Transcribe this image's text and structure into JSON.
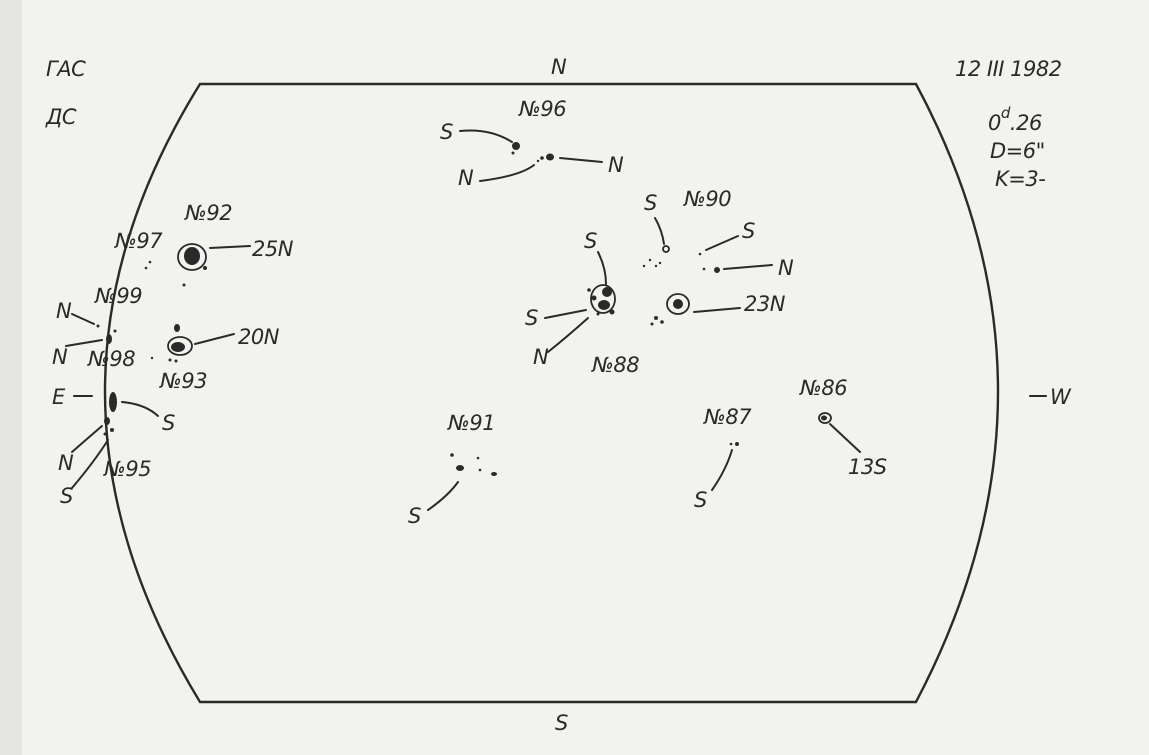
{
  "header": {
    "observatory_1": "ГАС",
    "observatory_2": "ДС",
    "date": "12 III 1982",
    "time": "0d.26",
    "time_main": "0",
    "time_sup": "d",
    "time_rest": ".26",
    "diameter": "D=6\"",
    "k_index": "K=3-"
  },
  "compass": {
    "north": "N",
    "south": "S",
    "east": "E",
    "west": "W"
  },
  "groups": [
    {
      "id": "g96",
      "label": "№96",
      "annotations": [
        "S",
        "N",
        "N"
      ]
    },
    {
      "id": "g92",
      "label": "№92",
      "annotations": [
        "25N"
      ]
    },
    {
      "id": "g97",
      "label": "№97",
      "annotations": []
    },
    {
      "id": "g99",
      "label": "№99",
      "annotations": [
        "N"
      ]
    },
    {
      "id": "g98",
      "label": "№98",
      "annotations": [
        "N"
      ]
    },
    {
      "id": "g93",
      "label": "№93",
      "annotations": [
        "20N"
      ]
    },
    {
      "id": "g95",
      "label": "№95",
      "annotations": [
        "S",
        "N",
        "S"
      ]
    },
    {
      "id": "g90",
      "label": "№90",
      "annotations": [
        "S",
        "S",
        "N"
      ]
    },
    {
      "id": "g88",
      "label": "№88",
      "annotations": [
        "S",
        "S",
        "N",
        "23N"
      ]
    },
    {
      "id": "g91",
      "label": "№91",
      "annotations": [
        "S"
      ]
    },
    {
      "id": "g87",
      "label": "№87",
      "annotations": [
        "S"
      ]
    },
    {
      "id": "g86",
      "label": "№86",
      "annotations": [
        "13S"
      ]
    }
  ]
}
